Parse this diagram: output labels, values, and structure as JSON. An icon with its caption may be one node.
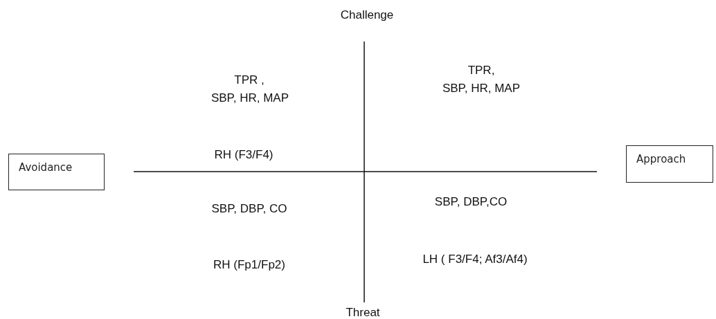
{
  "diagram": {
    "nodes": [
      {
        "text": [
          "Avoidance"
        ]
      },
      {
        "text": [
          "Approach"
        ]
      }
    ],
    "edges": [],
    "labels": [
      "Challenge",
      "TPR ,",
      "SBP, HR, MAP",
      "TPR,",
      "SBP, HR, MAP",
      "RH (F3/F4)",
      "SBP, DBP,CO",
      "SBP, DBP, CO",
      "LH ( F3/F4; Af3/Af4)",
      "RH (Fp1/Fp2)",
      "Threat"
    ]
  }
}
